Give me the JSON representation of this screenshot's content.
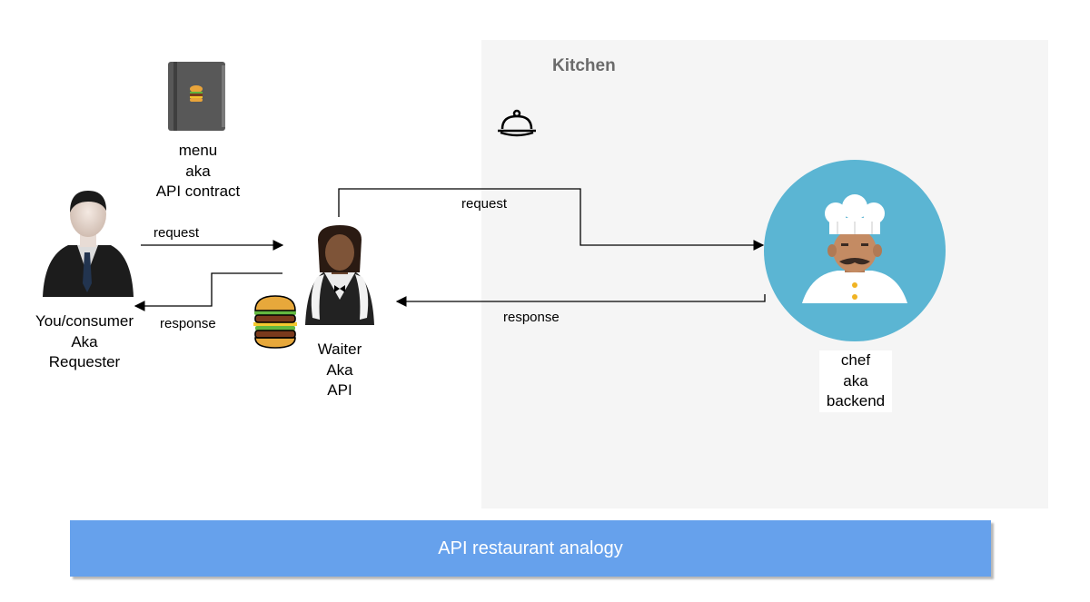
{
  "kitchen": {
    "title": "Kitchen"
  },
  "menu": {
    "label": "menu\naka\nAPI contract"
  },
  "consumer": {
    "label": "You/consumer\nAka\nRequester"
  },
  "waiter": {
    "label": "Waiter\nAka\nAPI"
  },
  "chef": {
    "label": "chef\naka\nbackend"
  },
  "flows": {
    "consumer_request": "request",
    "consumer_response": "response",
    "chef_request": "request",
    "chef_response": "response"
  },
  "banner": {
    "text": "API restaurant analogy"
  },
  "colors": {
    "banner": "#66a1ec",
    "kitchen_panel": "#f5f5f5",
    "chef_circle": "#5bb5d3",
    "kitchen_title": "#6b6b6b"
  },
  "icons": [
    "menu-book-icon",
    "burger-icon",
    "cloche-icon",
    "consumer-person-icon",
    "waiter-icon",
    "chef-icon"
  ]
}
